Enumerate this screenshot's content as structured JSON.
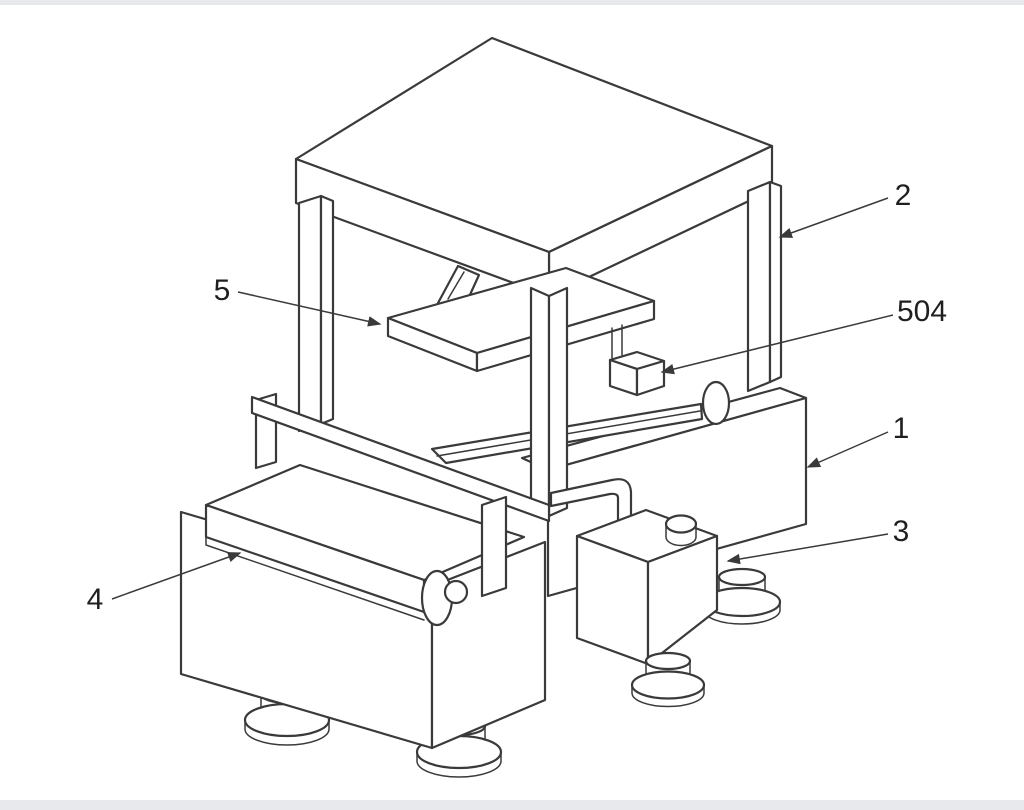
{
  "figure": {
    "kind": "patent-style isometric line drawing of a press machine with conveyor",
    "colors": {
      "paper": "#ffffff",
      "line": "#3a3a3a",
      "ink": "#1f1f1f",
      "edge": "#e7e9ec"
    },
    "labels": [
      {
        "text": "5",
        "target": "press-plate"
      },
      {
        "text": "2",
        "target": "frame-right-leg"
      },
      {
        "text": "504",
        "target": "clamp-block"
      },
      {
        "text": "1",
        "target": "machine-base"
      },
      {
        "text": "3",
        "target": "pump-box"
      },
      {
        "text": "4",
        "target": "conveyor-belt"
      }
    ]
  }
}
